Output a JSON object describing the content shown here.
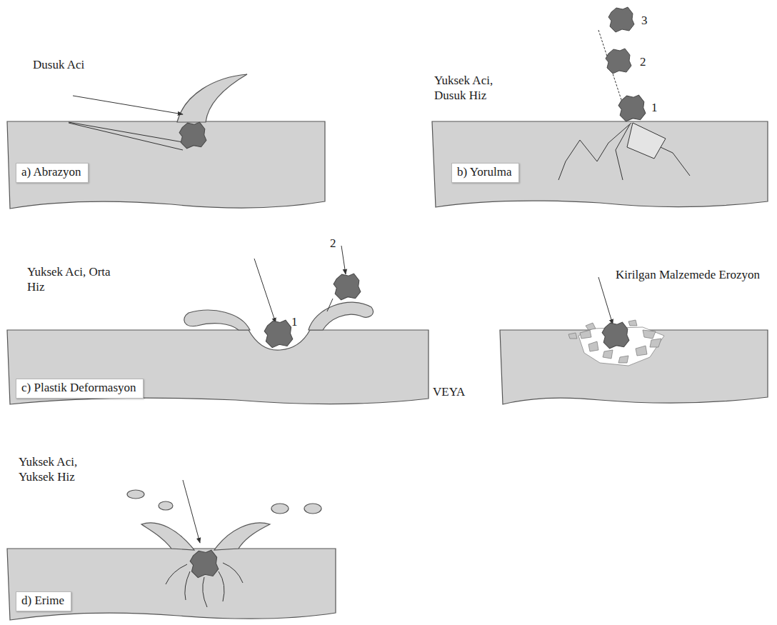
{
  "diagram": {
    "nodes": [
      {
        "text": [
          "a) Abrazyon"
        ]
      },
      {
        "text": [
          "b) Yorulma"
        ]
      },
      {
        "text": [
          "c) Plastik Deformasyon"
        ]
      },
      {
        "text": [
          "d) Erime"
        ]
      }
    ],
    "labels": [
      "Dusuk Aci",
      "3",
      "Yuksek Aci, Dusuk Hiz",
      "2",
      "1",
      "Yuksek Aci, Orta Hiz",
      "2",
      "1",
      "Kirilgan Malzemede Erozyon",
      "VEYA",
      "Yuksek Aci, Yuksek Hiz"
    ]
  }
}
